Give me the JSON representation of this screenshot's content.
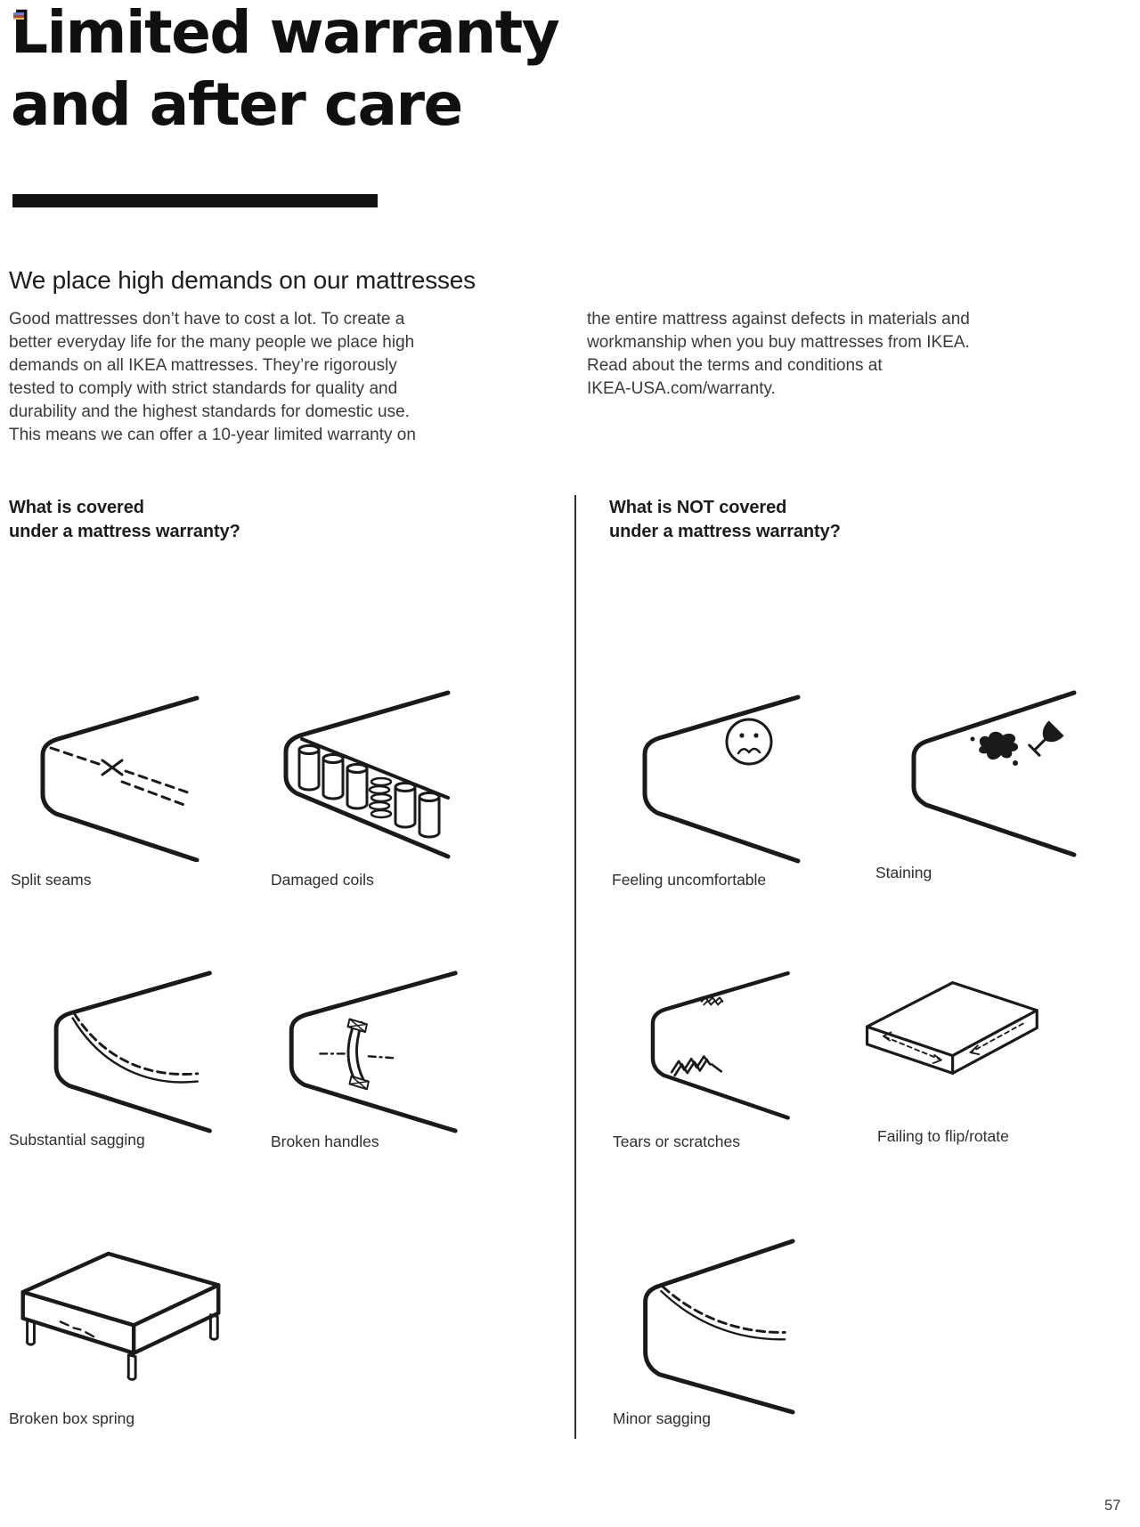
{
  "colors": {
    "ink": "#1a1a1a",
    "title": "#101010"
  },
  "page": {
    "title": "Limited warranty\nand after care",
    "page_number": "57"
  },
  "intro": {
    "heading": "We place high demands on our mattresses",
    "paragraph_left": "Good mattresses don’t have to cost a lot. To create a\nbetter everyday life for the many people we place high\ndemands on all IKEA mattresses. They’re rigorously\ntested to comply with strict standards for quality and\ndurability and the highest standards for domestic use.\nThis means we can offer a 10-year limited warranty on",
    "paragraph_right": "the entire mattress against defects in materials and\nworkmanship when you buy mattresses from IKEA.\nRead about the terms and conditions at\nIKEA-USA.com/warranty."
  },
  "covered": {
    "heading": "What is covered\nunder a mattress warranty?",
    "items": [
      {
        "label": "Split seams",
        "illustration": "mattress-corner-split-seams"
      },
      {
        "label": "Damaged coils",
        "illustration": "mattress-corner-damaged-coils"
      },
      {
        "label": "Substantial sagging",
        "illustration": "mattress-corner-substantial-sagging"
      },
      {
        "label": "Broken handles",
        "illustration": "mattress-corner-broken-handle"
      },
      {
        "label": "Broken box spring",
        "illustration": "box-spring-with-legs-crack"
      }
    ]
  },
  "not_covered": {
    "heading": "What is NOT covered\nunder a mattress warranty?",
    "items": [
      {
        "label": "Feeling uncomfortable",
        "illustration": "mattress-corner-sad-face"
      },
      {
        "label": "Staining",
        "illustration": "mattress-top-stain-wine-glass"
      },
      {
        "label": "Tears or scratches",
        "illustration": "mattress-corner-scratches"
      },
      {
        "label": "Failing to flip/rotate",
        "illustration": "flat-mattress-rotate-arrows"
      },
      {
        "label": "Minor sagging",
        "illustration": "mattress-corner-minor-sagging"
      }
    ]
  }
}
